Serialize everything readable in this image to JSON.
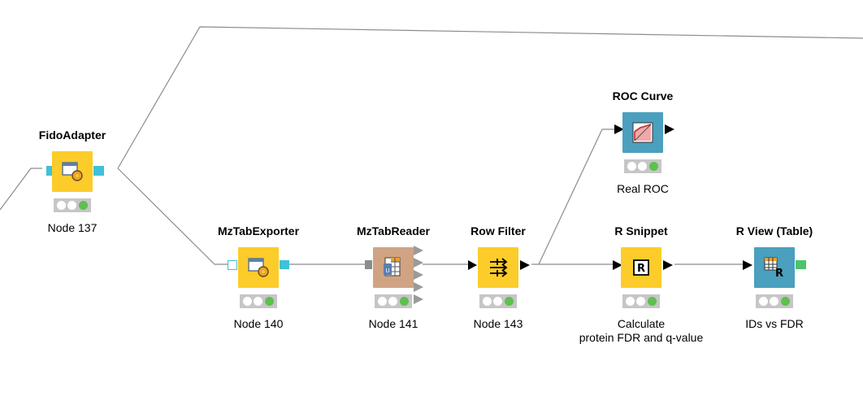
{
  "nodes": {
    "fido": {
      "title": "FidoAdapter",
      "label": "Node 137",
      "icon": "gear-config-icon"
    },
    "exporter": {
      "title": "MzTabExporter",
      "label": "Node 140",
      "icon": "gear-config-icon"
    },
    "reader": {
      "title": "MzTabReader",
      "label": "Node 141",
      "icon": "uri-table-reader-icon"
    },
    "rowfilter": {
      "title": "Row Filter",
      "label": "Node 143",
      "icon": "filter-arrows-icon"
    },
    "roc": {
      "title": "ROC Curve",
      "label": "Real ROC",
      "icon": "roc-chart-icon"
    },
    "rsnippet": {
      "title": "R Snippet",
      "label_line1": "Calculate",
      "label_line2": "protein FDR and q-value",
      "icon": "r-script-icon"
    },
    "rview": {
      "title": "R View (Table)",
      "label": "IDs vs FDR",
      "icon": "r-table-view-icon"
    }
  },
  "colors": {
    "manipulator": "#fccc2a",
    "source": "#d0a383",
    "visualizer": "#4aa0be",
    "port_table": "#3fc1da",
    "port_green": "#4bc46b",
    "connection": "#8c8c8c",
    "status_ok": "#5fbf4f"
  }
}
